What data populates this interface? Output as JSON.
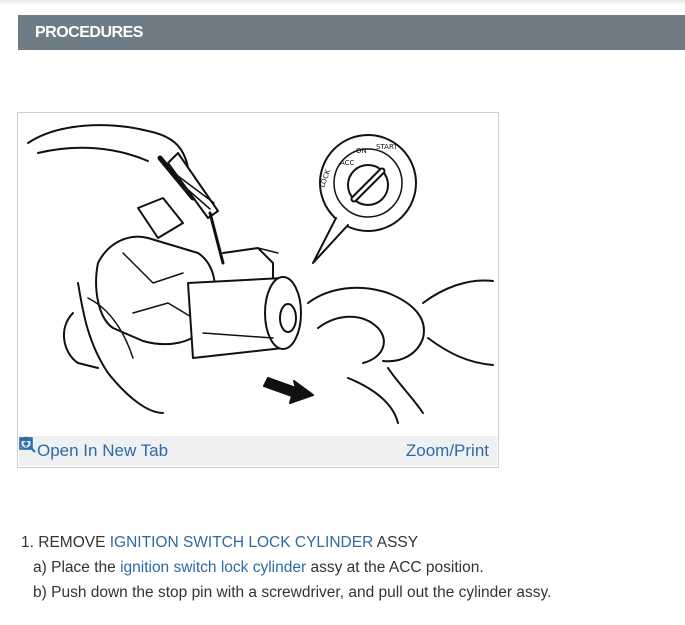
{
  "header": {
    "title": "PROCEDURES"
  },
  "figure": {
    "open_tab_label": "Open In New Tab",
    "zoom_label": "Zoom/Print",
    "dial_labels": {
      "lock": "LOCK",
      "acc": "ACC",
      "on": "ON",
      "start": "START"
    }
  },
  "steps": {
    "step1": {
      "number": "1.",
      "prefix": "REMOVE",
      "link": "IGNITION SWITCH LOCK CYLINDER",
      "suffix": "ASSY"
    },
    "a": {
      "marker": "a)",
      "prefix": "Place the",
      "link": "ignition switch lock cylinder",
      "suffix": "assy at the ACC position."
    },
    "b": {
      "marker": "b)",
      "text": "Push down the stop pin with a screwdriver, and pull out the cylinder assy."
    }
  },
  "colors": {
    "header_bg": "#6f7b85",
    "link": "#2e6aa8",
    "figure_bar": "#eef0f2"
  }
}
